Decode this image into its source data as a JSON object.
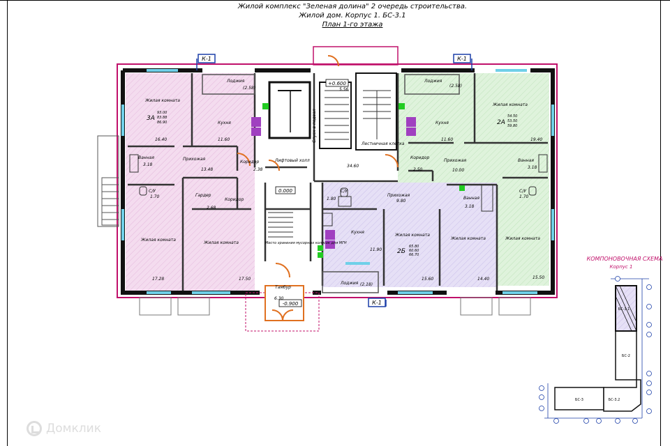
{
  "title": {
    "line1": "Жилой комплекс \"Зеленая долина\" 2 очередь строительства.",
    "line2": "Жилой дом. Корпус 1. БС-3.1",
    "line3": "План 1-го этажа"
  },
  "section_marks": [
    "К-1",
    "К-1",
    "К-1"
  ],
  "elevations": [
    "+0.600",
    "0.000",
    "-0.900"
  ],
  "rooms_left": {
    "loggia": "Лоджия",
    "loggia_area": "(2.58)",
    "living1": "Жилая комната",
    "living1_area": "16.40",
    "kitchen": "Кухня",
    "kitchen_area": "11.60",
    "bath": "Ванная",
    "bath_area": "3.18",
    "hall": "Прихожая",
    "hall_area": "13.48",
    "corridor": "Коридор",
    "corridor_area": "2.38",
    "wc": "С/У",
    "wc_area": "1.70",
    "wardrobe": "Гардер",
    "wardrobe_area": "2.68",
    "corridor2": "Коридор",
    "living2": "Жилая комната",
    "living2_area": "17.28",
    "living3": "Жилая комната",
    "living3_area": "17.50",
    "apt_no": "3А",
    "apt_areas": [
      "93.00",
      "83.88",
      "86.90"
    ]
  },
  "rooms_center": {
    "lift_hall": "Лифтовый холл",
    "basement": "Спуск в подвал",
    "basement_area": "5.56",
    "stair": "Лестничная клетка",
    "stair_area": "34.60",
    "stroller": "Место хранения мусорных колясок для МГН",
    "tambour": "Тамбур",
    "tambour_area": "6.30"
  },
  "rooms_middle": {
    "wc": "С/У",
    "wc_area": "1.80",
    "hall": "Прихожая",
    "hall_area": "9.80",
    "kitchen": "Кухня",
    "kitchen_area": "11.90",
    "living1": "Жилая комната",
    "living1_area": "15.60",
    "living2": "Жилая комната",
    "living2_area": "14.40",
    "bath": "Ванная",
    "bath_area": "3.18",
    "loggia": "Лоджия",
    "loggia_area": "(2.18)",
    "apt_no": "2Б",
    "apt_areas": [
      "65.80",
      "60.60",
      "66.70"
    ]
  },
  "rooms_right": {
    "loggia": "Лоджия",
    "loggia_area": "(2.58)",
    "kitchen": "Кухня",
    "kitchen_area": "11.60",
    "corridor": "Коридор",
    "corridor_area": "2.50",
    "hall": "Прихожая",
    "hall_area": "10.00",
    "living1": "Жилая комната",
    "living1_area": "19.40",
    "bath": "Ванная",
    "bath_area": "3.18",
    "wc": "С/У",
    "wc_area": "1.70",
    "living2": "Жилая комната",
    "living2_area": "15.50",
    "apt_no": "2А",
    "apt_areas": [
      "54.50",
      "53.50",
      "59.80"
    ]
  },
  "scheme": {
    "title": "КОМПОНОВОЧНАЯ СХЕМА",
    "subtitle": "Корпус 1",
    "blocks": [
      "БС-3.1",
      "БС-2",
      "БС-3",
      "БС-3.2"
    ]
  },
  "watermark": "Домклик",
  "colors": {
    "pink_fill": "#f4dcef",
    "green_fill": "#dff3dc",
    "lilac_fill": "#e6e0f6",
    "wall": "#111111",
    "accent_magenta": "#c0106a",
    "door": "#e07020",
    "window": "#6fd0e8",
    "section_mark": "#1c3fa8"
  }
}
